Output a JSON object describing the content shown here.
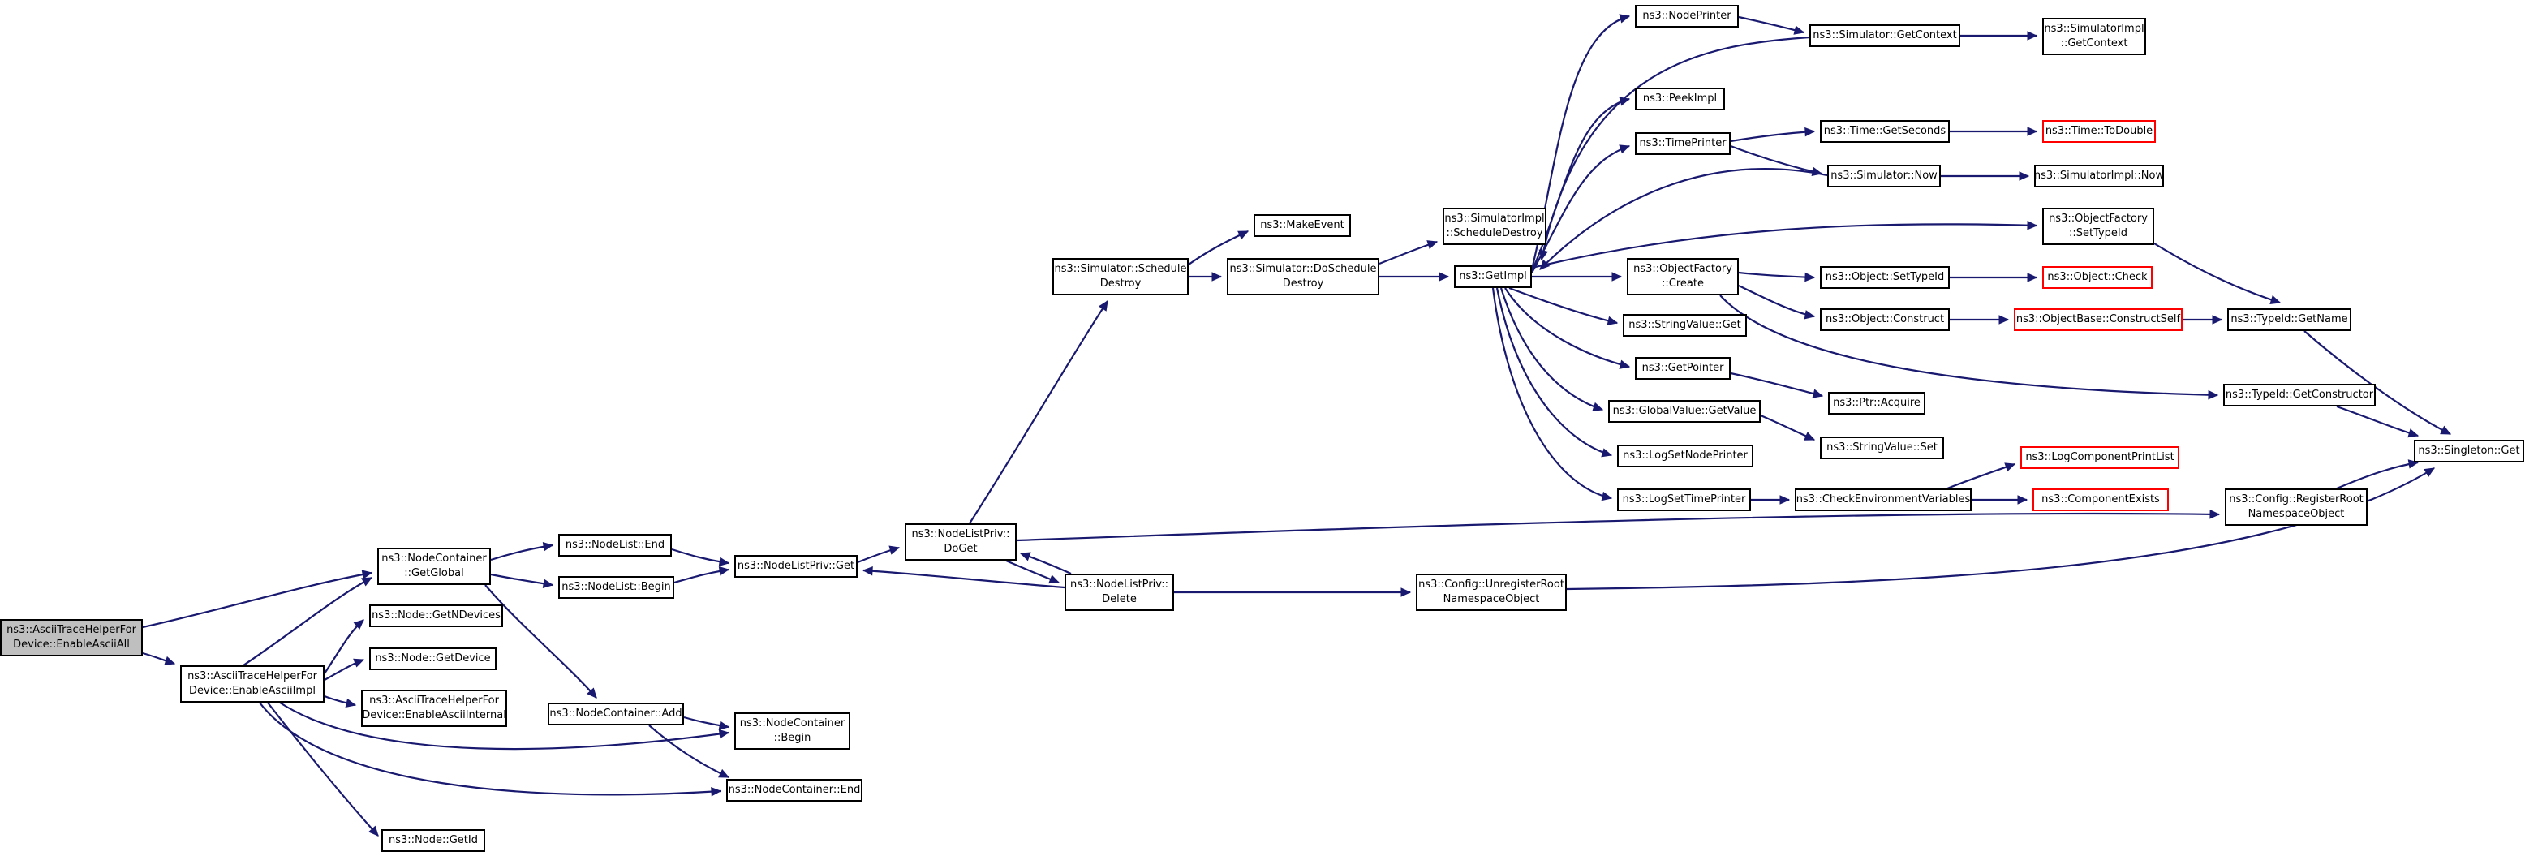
{
  "graph": {
    "colors": {
      "edge": "#191970",
      "node_border": "#000000",
      "node_fill": "#ffffff",
      "root_fill": "#bfbfbf",
      "truncated_border": "#ff0000"
    },
    "nodes": {
      "root": "ns3::AsciiTraceHelperFor\nDevice::EnableAsciiAll",
      "enable_ascii_impl": "ns3::AsciiTraceHelperFor\nDevice::EnableAsciiImpl",
      "nc_get_global": "ns3::NodeContainer\n::GetGlobal",
      "node_get_ndevices": "ns3::Node::GetNDevices",
      "node_get_device": "ns3::Node::GetDevice",
      "enable_ascii_internal": "ns3::AsciiTraceHelperFor\nDevice::EnableAsciiInternal",
      "node_get_id": "ns3::Node::GetId",
      "nodelist_end": "ns3::NodeList::End",
      "nodelist_begin": "ns3::NodeList::Begin",
      "nc_add": "ns3::NodeContainer::Add",
      "nc_begin": "ns3::NodeContainer\n::Begin",
      "nc_end": "ns3::NodeContainer::End",
      "nlp_get": "ns3::NodeListPriv::Get",
      "nlp_doget": "ns3::NodeListPriv::\nDoGet",
      "nlp_delete": "ns3::NodeListPriv::\nDelete",
      "sim_schedule_destroy": "ns3::Simulator::Schedule\nDestroy",
      "make_event": "ns3::MakeEvent",
      "sim_do_schedule_destroy": "ns3::Simulator::DoSchedule\nDestroy",
      "simimpl_schedule_destroy": "ns3::SimulatorImpl\n::ScheduleDestroy",
      "get_impl": "ns3::GetImpl",
      "config_unregister": "ns3::Config::UnregisterRoot\nNamespaceObject",
      "node_printer": "ns3::NodePrinter",
      "peek_impl": "ns3::PeekImpl",
      "time_printer": "ns3::TimePrinter",
      "of_create": "ns3::ObjectFactory\n::Create",
      "stringvalue_get": "ns3::StringValue::Get",
      "get_pointer": "ns3::GetPointer",
      "globalvalue_getvalue": "ns3::GlobalValue::GetValue",
      "log_set_node_printer": "ns3::LogSetNodePrinter",
      "log_set_time_printer": "ns3::LogSetTimePrinter",
      "sim_get_context": "ns3::Simulator::GetContext",
      "time_get_seconds": "ns3::Time::GetSeconds",
      "sim_now": "ns3::Simulator::Now",
      "object_set_typeid": "ns3::Object::SetTypeId",
      "object_construct": "ns3::Object::Construct",
      "ptr_acquire": "ns3::Ptr::Acquire",
      "stringvalue_set": "ns3::StringValue::Set",
      "check_env_vars": "ns3::CheckEnvironmentVariables",
      "simimpl_get_context": "ns3::SimulatorImpl\n::GetContext",
      "time_to_double": "ns3::Time::ToDouble",
      "simimpl_now": "ns3::SimulatorImpl::Now",
      "of_set_typeid": "ns3::ObjectFactory\n::SetTypeId",
      "object_check": "ns3::Object::Check",
      "objectbase_construct_self": "ns3::ObjectBase::ConstructSelf",
      "typeid_get_name": "ns3::TypeId::GetName",
      "typeid_get_constructor": "ns3::TypeId::GetConstructor",
      "log_component_print_list": "ns3::LogComponentPrintList",
      "component_exists": "ns3::ComponentExists",
      "config_register": "ns3::Config::RegisterRoot\nNamespaceObject",
      "singleton_get": "ns3::Singleton::Get"
    }
  }
}
